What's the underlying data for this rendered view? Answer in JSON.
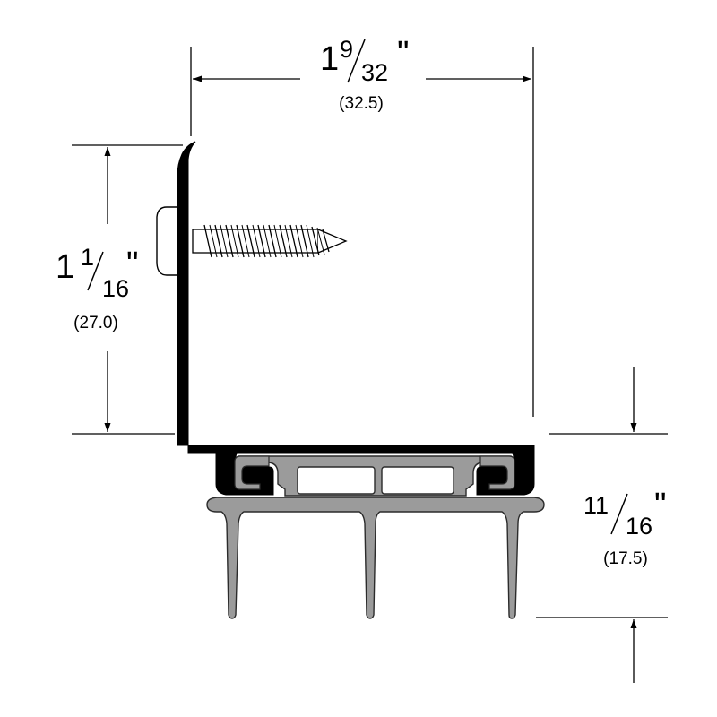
{
  "colors": {
    "line": "#000000",
    "profile": "#000000",
    "insert_fill": "#9b9b9b",
    "insert_stroke": "#2b2b2b",
    "screw_fill": "#ffffff"
  },
  "icons": {
    "screw": "screw-icon"
  },
  "dimensions": {
    "width": {
      "whole": "1",
      "numerator": "9",
      "denominator": "32",
      "inch_mark": "\"",
      "metric": "(32.5)"
    },
    "height": {
      "whole": "1",
      "numerator": "1",
      "denominator": "16",
      "inch_mark": "\"",
      "metric": "(27.0)"
    },
    "sweep": {
      "numerator": "11",
      "denominator": "16",
      "inch_mark": "\"",
      "metric": "(17.5)"
    }
  }
}
